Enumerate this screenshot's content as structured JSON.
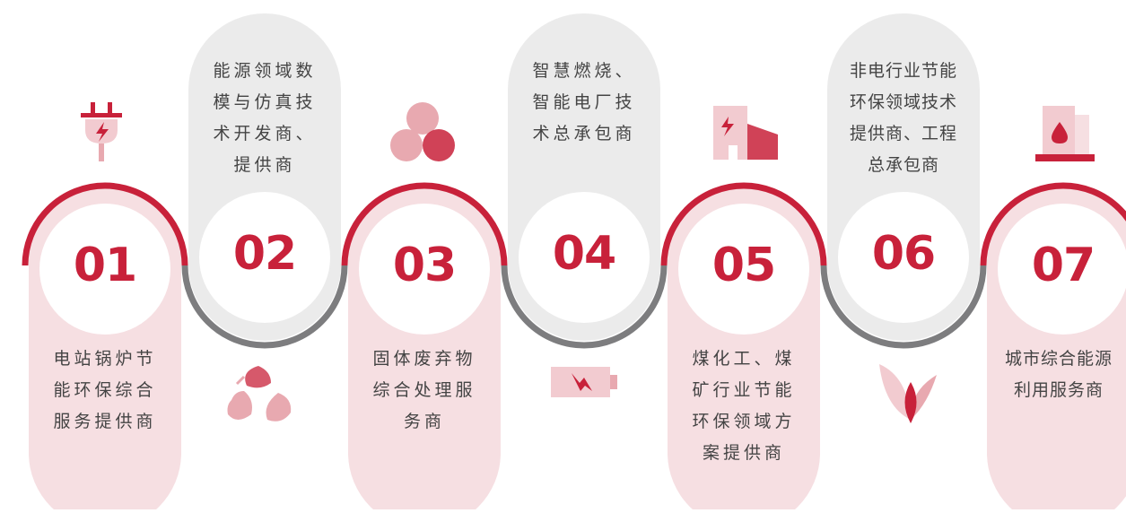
{
  "colors": {
    "accent": "#c8213a",
    "pink_pill": "#f6dfe2",
    "gray_pill": "#ebebeb",
    "gray_arc": "#7d7d7f",
    "icon_light": "#e8a9b0"
  },
  "items": [
    {
      "number": "01",
      "lines": [
        "电站锅炉节",
        "能环保综合",
        "服务提供商"
      ],
      "icon": "plug-icon"
    },
    {
      "number": "02",
      "lines": [
        "能源领域数",
        "模与仿真技",
        "术开发商、",
        "提供商"
      ],
      "icon": "recycle-leaves-icon"
    },
    {
      "number": "03",
      "lines": [
        "固体废弃物",
        "综合处理服",
        "务商"
      ],
      "icon": "three-circles-icon"
    },
    {
      "number": "04",
      "lines": [
        "智慧燃烧、",
        "智能电厂技",
        "术总承包商"
      ],
      "icon": "battery-icon"
    },
    {
      "number": "05",
      "lines": [
        "煤化工、煤",
        "矿行业节能",
        "环保领域方",
        "案提供商"
      ],
      "icon": "factory-icon"
    },
    {
      "number": "06",
      "lines": [
        "非电行业节能",
        "环保领域技术",
        "提供商、工程",
        "总承包商"
      ],
      "icon": "leaf-icon"
    },
    {
      "number": "07",
      "lines": [
        "城市综合能源",
        "利用服务商"
      ],
      "icon": "building-drop-icon"
    }
  ]
}
